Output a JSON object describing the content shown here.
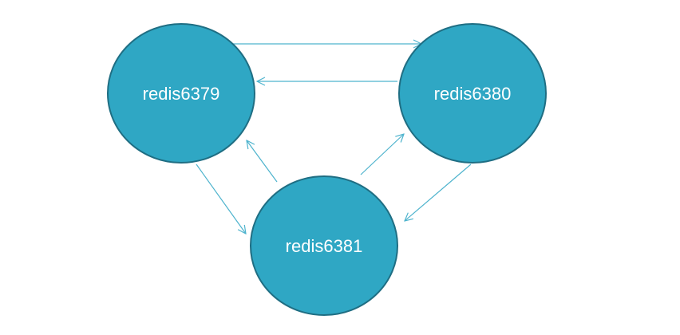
{
  "diagram": {
    "colors": {
      "node_fill": "#2FA7C4",
      "node_stroke": "#1F6E83",
      "edge": "#4DB3CD",
      "label": "#ffffff"
    },
    "nodes": [
      {
        "id": "redis6379",
        "label": "redis6379"
      },
      {
        "id": "redis6380",
        "label": "redis6380"
      },
      {
        "id": "redis6381",
        "label": "redis6381"
      }
    ],
    "edges": [
      {
        "from": "redis6379",
        "to": "redis6380"
      },
      {
        "from": "redis6380",
        "to": "redis6379"
      },
      {
        "from": "redis6379",
        "to": "redis6381"
      },
      {
        "from": "redis6381",
        "to": "redis6379"
      },
      {
        "from": "redis6381",
        "to": "redis6380"
      },
      {
        "from": "redis6380",
        "to": "redis6381"
      }
    ]
  }
}
